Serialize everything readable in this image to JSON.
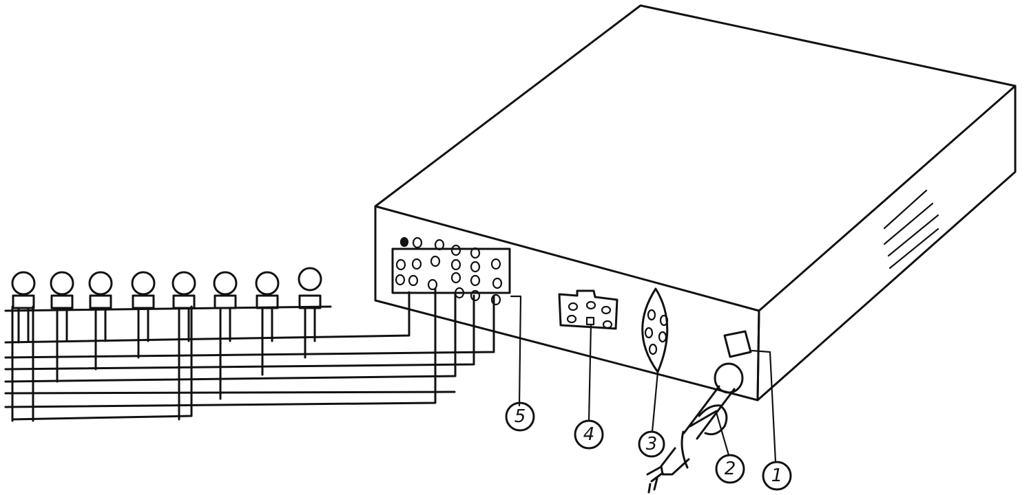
{
  "colors": {
    "ink": "#111111",
    "paper": "#ffffff"
  },
  "callouts": [
    {
      "id": "c1",
      "label": "1"
    },
    {
      "id": "c2",
      "label": "2"
    },
    {
      "id": "c3",
      "label": "3"
    },
    {
      "id": "c4",
      "label": "4"
    },
    {
      "id": "c5",
      "label": "5"
    }
  ],
  "lamps_count": 8
}
